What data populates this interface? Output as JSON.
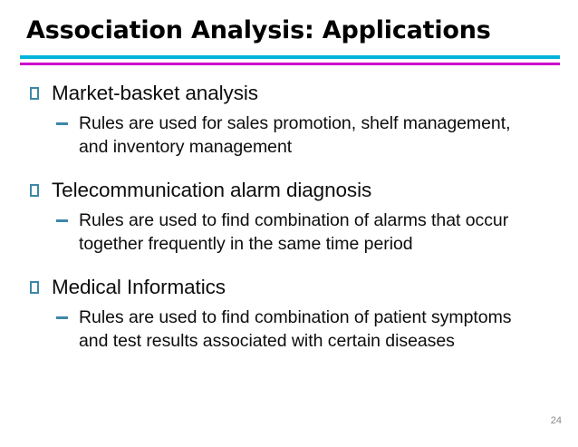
{
  "slide": {
    "title": "Association Analysis: Applications",
    "page_number": "24",
    "colors": {
      "rule_top": "#00b3da",
      "rule_bottom": "#cc00cc",
      "bullet_marker": "#3d87a8",
      "title_text": "#000000",
      "body_text": "#0d0d0d",
      "page_number_text": "#8a8a8a",
      "background": "#ffffff"
    },
    "bullets": [
      {
        "marker": "hollow-square-bullet",
        "label": "Market-basket analysis",
        "sub": [
          {
            "marker": "en-dash-bullet",
            "label": "Rules are used for sales promotion, shelf management, and inventory management"
          }
        ]
      },
      {
        "marker": "hollow-square-bullet",
        "label": "Telecommunication alarm diagnosis",
        "sub": [
          {
            "marker": "en-dash-bullet",
            "label": "Rules are used to find combination of alarms that occur together frequently in the same time period"
          }
        ]
      },
      {
        "marker": "hollow-square-bullet",
        "label": "Medical Informatics",
        "sub": [
          {
            "marker": "en-dash-bullet",
            "label": "Rules are used to find combination of patient symptoms and test results associated with certain diseases"
          }
        ]
      }
    ]
  }
}
